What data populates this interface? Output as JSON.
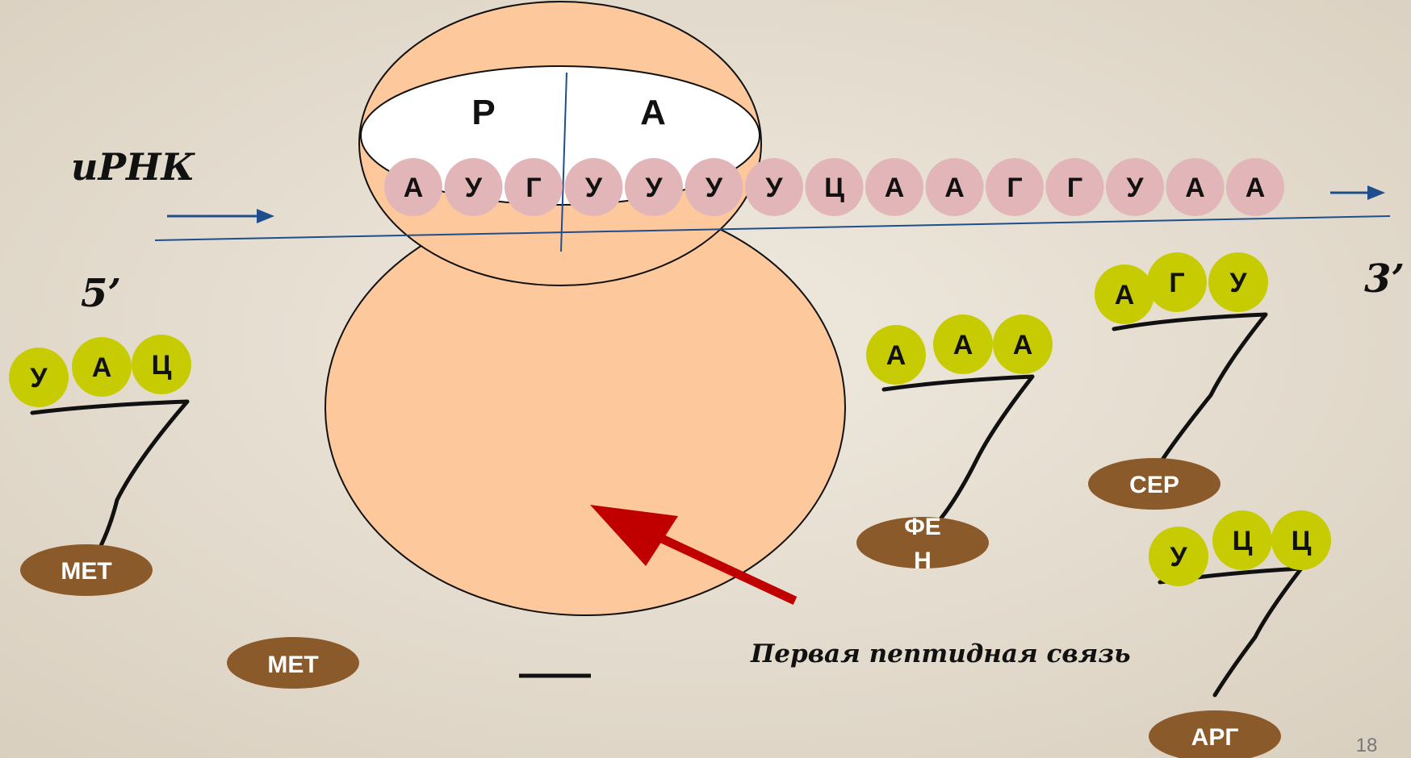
{
  "labels": {
    "mrna": "иРНК",
    "five_prime": "5’",
    "three_prime": "3’",
    "site_p": "Р",
    "site_a": "А",
    "bond_caption": "Первая пептидная связь",
    "slide_number": "18"
  },
  "mrna_codons": [
    "А",
    "У",
    "Г",
    "У",
    "У",
    "У",
    "У",
    "Ц",
    "А",
    "А",
    "Г",
    "Г",
    "У",
    "А",
    "А"
  ],
  "trnas": [
    {
      "id": "met",
      "anticodon": [
        "У",
        "А",
        "Ц"
      ],
      "amino": "МЕТ"
    },
    {
      "id": "fen",
      "anticodon": [
        "А",
        "А",
        "А"
      ],
      "amino_lines": [
        "ФЕ",
        "Н"
      ]
    },
    {
      "id": "ser",
      "anticodon": [
        "А",
        "Г",
        "У"
      ],
      "amino": "СЕР"
    },
    {
      "id": "arg",
      "anticodon": [
        "У",
        "Ц",
        "Ц"
      ],
      "amino": "АРГ"
    }
  ],
  "free_amino": "МЕТ",
  "colors": {
    "ribosome": "#fdc89b",
    "codon_bead": "#e2b6b8",
    "anticodon_bead": "#c7cc02",
    "amino_acid": "#8b5a2b",
    "arrow": "#c00000",
    "line": "#1f4e8c"
  }
}
